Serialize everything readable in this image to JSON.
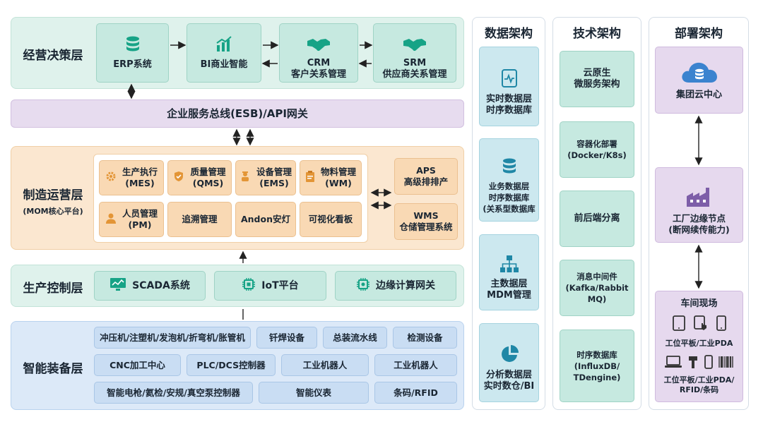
{
  "business": {
    "title": "经营决策层",
    "items": [
      "ERP系统",
      "BI商业智能",
      "CRM\n客户关系管理",
      "SRM\n供应商关系管理"
    ]
  },
  "esb": {
    "label": "企业服务总线(ESB)/API网关"
  },
  "mfg": {
    "title": "制造运营层",
    "subtitle": "(MOM核心平台)",
    "modules": [
      "生产执行\n(MES)",
      "质量管理\n(QMS)",
      "设备管理\n(EMS)",
      "物料管理\n(WM)",
      "人员管理\n(PM)",
      "追溯管理",
      "Andon安灯",
      "可视化看板"
    ],
    "side": [
      "APS\n高级排排产",
      "WMS\n仓储管理系统"
    ]
  },
  "prod": {
    "title": "生产控制层",
    "items": [
      "SCADA系统",
      "IoT平台",
      "边缘计算网关"
    ]
  },
  "equip": {
    "title": "智能装备层",
    "row1": [
      "冲压机/注塑机/发泡机/折弯机/胀管机",
      "钎焊设备",
      "总装流水线",
      "检测设备"
    ],
    "row2": [
      "CNC加工中心",
      "PLC/DCS控制器",
      "工业机器人",
      "工业机器人"
    ],
    "row3": [
      "智能电枪/氦检/安规/真空泵控制器",
      "智能仪表",
      "条码/RFID"
    ]
  },
  "data_arch": {
    "title": "数据架构",
    "items": [
      "实时数据层\n时序数据库",
      "业务数据层\n时序数据库\n(关系型数据库",
      "主数据层\nMDM管理",
      "分析数据层\n实时数仓/BI"
    ]
  },
  "tech_arch": {
    "title": "技术架构",
    "items": [
      "云原生\n微服务架构",
      "容器化部署\n(Docker/K8s)",
      "前后端分离",
      "消息中间件\n(Kafka/Rabbit\nMQ)",
      "时序数据库\n(InfluxDB/\nTDengine)"
    ]
  },
  "deploy_arch": {
    "title": "部署架构",
    "cloud": "集团云中心",
    "edge": "工厂边缘节点\n(断网续传能力)",
    "floor_title": "车间现场",
    "floor_line1": "工位平板/工业PDA",
    "floor_line2": "工位平板/工业PDA/\nRFID/条码"
  },
  "colors": {
    "business_bg": "#dff2ec",
    "esb_bg": "#e7dcef",
    "mfg_bg": "#fbe7d0",
    "prod_bg": "#dff2ec",
    "equip_bg": "#dce9f8",
    "icon_teal": "#16a386",
    "icon_orange": "#e39536",
    "icon_blue": "#3b83cf",
    "icon_purple": "#7d5ea8"
  },
  "icons": [
    "database-icon",
    "bar-chart-icon",
    "handshake-icon",
    "gear-icon",
    "shield-check-icon",
    "worker-icon",
    "clipboard-icon",
    "person-icon",
    "monitor-icon",
    "chip-icon",
    "pie-chart-icon",
    "hierarchy-icon",
    "cloud-db-icon",
    "factory-icon",
    "tablet-icon",
    "phone-icon",
    "laptop-icon",
    "barcode-icon"
  ]
}
